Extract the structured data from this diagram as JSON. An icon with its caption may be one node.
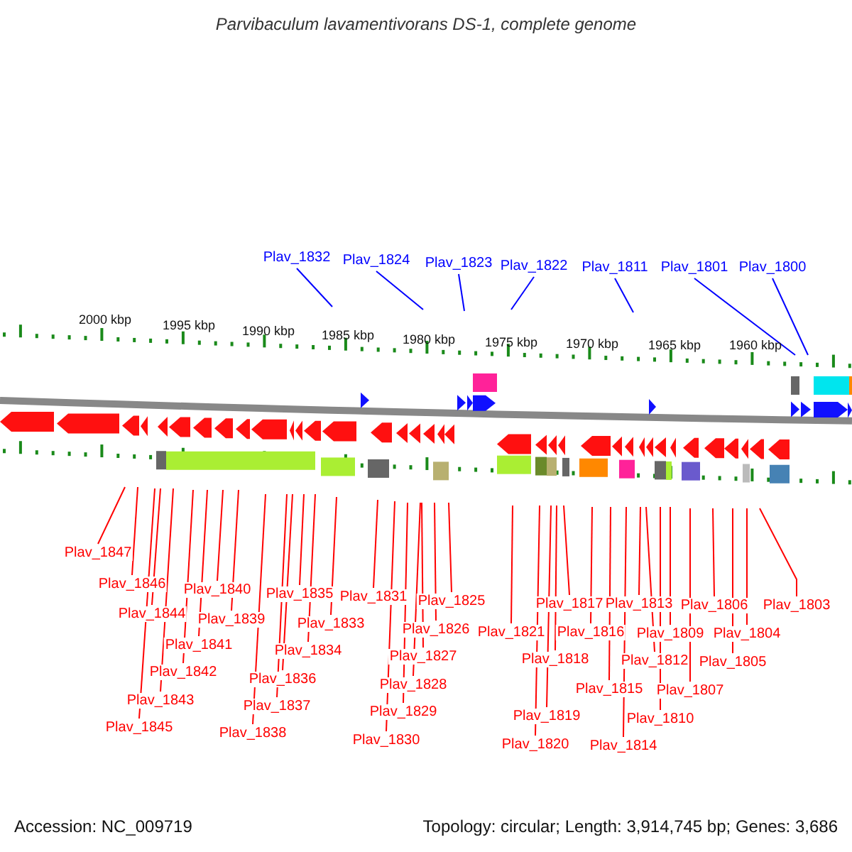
{
  "diagram": {
    "title": "Parvibaculum lavamentivorans DS-1, complete genome",
    "nodes": [
      {
        "text": [
          "Plav_1832"
        ]
      },
      {
        "text": [
          "Plav_1824"
        ]
      },
      {
        "text": [
          "Plav_1823"
        ]
      },
      {
        "text": [
          "Plav_1822"
        ]
      },
      {
        "text": [
          "Plav_1811"
        ]
      },
      {
        "text": [
          "Plav_1801"
        ]
      },
      {
        "text": [
          "Plav_1800"
        ]
      },
      {
        "text": [
          "Plav_1847"
        ]
      },
      {
        "text": [
          "Plav_1846"
        ]
      },
      {
        "text": [
          "Plav_1844"
        ]
      },
      {
        "text": [
          "Plav_1840"
        ]
      },
      {
        "text": [
          "Plav_1839"
        ]
      },
      {
        "text": [
          "Plav_1841"
        ]
      },
      {
        "text": [
          "Plav_1842"
        ]
      },
      {
        "text": [
          "Plav_1843"
        ]
      },
      {
        "text": [
          "Plav_1845"
        ]
      },
      {
        "text": [
          "Plav_1835"
        ]
      },
      {
        "text": [
          "Plav_1833"
        ]
      },
      {
        "text": [
          "Plav_1834"
        ]
      },
      {
        "text": [
          "Plav_1836"
        ]
      },
      {
        "text": [
          "Plav_1837"
        ]
      },
      {
        "text": [
          "Plav_1838"
        ]
      },
      {
        "text": [
          "Plav_1831"
        ]
      },
      {
        "text": [
          "Plav_1825"
        ]
      },
      {
        "text": [
          "Plav_1826"
        ]
      },
      {
        "text": [
          "Plav_1827"
        ]
      },
      {
        "text": [
          "Plav_1828"
        ]
      },
      {
        "text": [
          "Plav_1829"
        ]
      },
      {
        "text": [
          "Plav_1830"
        ]
      },
      {
        "text": [
          "Plav_1821"
        ]
      },
      {
        "text": [
          "Plav_1817"
        ]
      },
      {
        "text": [
          "Plav_1816"
        ]
      },
      {
        "text": [
          "Plav_1818"
        ]
      },
      {
        "text": [
          "Plav_1819"
        ]
      },
      {
        "text": [
          "Plav_1820"
        ]
      },
      {
        "text": [
          "Plav_1813"
        ]
      },
      {
        "text": [
          "Plav_1812"
        ]
      },
      {
        "text": [
          "Plav_1815"
        ]
      },
      {
        "text": [
          "Plav_1814"
        ]
      },
      {
        "text": [
          "Plav_1810"
        ]
      },
      {
        "text": [
          "Plav_1809"
        ]
      },
      {
        "text": [
          "Plav_1807"
        ]
      },
      {
        "text": [
          "Plav_1806"
        ]
      },
      {
        "text": [
          "Plav_1805"
        ]
      },
      {
        "text": [
          "Plav_1804"
        ]
      },
      {
        "text": [
          "Plav_1803"
        ]
      }
    ],
    "edges": [
      {
        "from": 0,
        "to": null,
        "arrow": "none",
        "color": "#0000ff"
      },
      {
        "from": 1,
        "to": null,
        "arrow": "none",
        "color": "#0000ff"
      },
      {
        "from": 2,
        "to": null,
        "arrow": "none",
        "color": "#0000ff"
      },
      {
        "from": 3,
        "to": null,
        "arrow": "none",
        "color": "#0000ff"
      },
      {
        "from": 4,
        "to": null,
        "arrow": "none",
        "color": "#0000ff"
      },
      {
        "from": 5,
        "to": null,
        "arrow": "none",
        "color": "#0000ff"
      },
      {
        "from": 6,
        "to": null,
        "arrow": "none",
        "color": "#0000ff"
      },
      {
        "from": 7,
        "to": null,
        "arrow": "none"
      },
      {
        "from": 8,
        "to": null,
        "arrow": "none"
      },
      {
        "from": 9,
        "to": null,
        "arrow": "none"
      },
      {
        "from": 10,
        "to": null,
        "arrow": "none"
      },
      {
        "from": 11,
        "to": null,
        "arrow": "none"
      },
      {
        "from": 12,
        "to": null,
        "arrow": "none"
      },
      {
        "from": 13,
        "to": null,
        "arrow": "none"
      },
      {
        "from": 14,
        "to": null,
        "arrow": "none"
      },
      {
        "from": 15,
        "to": null,
        "arrow": "none"
      },
      {
        "from": 16,
        "to": null,
        "arrow": "none"
      },
      {
        "from": 17,
        "to": null,
        "arrow": "none"
      },
      {
        "from": 18,
        "to": null,
        "arrow": "none"
      },
      {
        "from": 19,
        "to": null,
        "arrow": "none"
      },
      {
        "from": 20,
        "to": null,
        "arrow": "none"
      },
      {
        "from": 21,
        "to": null,
        "arrow": "none"
      },
      {
        "from": 22,
        "to": null,
        "arrow": "none"
      },
      {
        "from": 23,
        "to": null,
        "arrow": "none"
      },
      {
        "from": 24,
        "to": null,
        "arrow": "none"
      },
      {
        "from": 25,
        "to": null,
        "arrow": "none"
      },
      {
        "from": 26,
        "to": null,
        "arrow": "none"
      },
      {
        "from": 27,
        "to": null,
        "arrow": "none"
      },
      {
        "from": 28,
        "to": null,
        "arrow": "none"
      },
      {
        "from": 29,
        "to": null,
        "arrow": "none"
      },
      {
        "from": 30,
        "to": null,
        "arrow": "none"
      },
      {
        "from": 31,
        "to": null,
        "arrow": "none"
      },
      {
        "from": 32,
        "to": null,
        "arrow": "none"
      },
      {
        "from": 33,
        "to": null,
        "arrow": "none"
      },
      {
        "from": 34,
        "to": null,
        "arrow": "none"
      },
      {
        "from": 35,
        "to": null,
        "arrow": "none"
      },
      {
        "from": 36,
        "to": null,
        "arrow": "none"
      },
      {
        "from": 37,
        "to": null,
        "arrow": "none"
      },
      {
        "from": 38,
        "to": null,
        "arrow": "none"
      },
      {
        "from": 39,
        "to": null,
        "arrow": "none"
      },
      {
        "from": 40,
        "to": null,
        "arrow": "none"
      },
      {
        "from": 41,
        "to": null,
        "arrow": "none"
      },
      {
        "from": 42,
        "to": null,
        "arrow": "none"
      },
      {
        "from": 43,
        "to": null,
        "arrow": "none"
      },
      {
        "from": 44,
        "to": null,
        "arrow": "none"
      },
      {
        "from": 45,
        "to": null,
        "arrow": "none"
      }
    ],
    "labels": [
      "2000 kbp",
      "1995 kbp",
      "1990 kbp",
      "1985 kbp",
      "1980 kbp",
      "1975 kbp",
      "1970 kbp",
      "1965 kbp",
      "1960 kbp",
      "Accession: NC_009719",
      "Topology: circular; Length: 3,914,745 bp; Genes: 3,686"
    ]
  }
}
